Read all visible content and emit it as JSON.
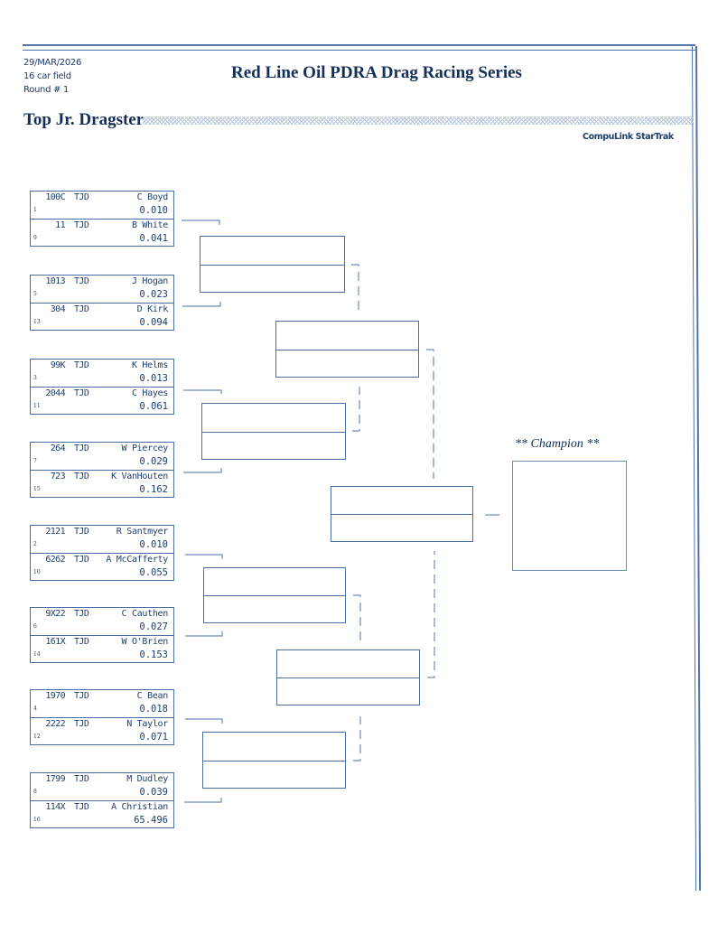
{
  "header": {
    "date": "29/MAR/2026",
    "field": "16 car field",
    "round": "Round # 1",
    "title": "Red Line Oil PDRA Drag Racing Series",
    "class_title": "Top Jr. Dragster",
    "brand": "CompuLink StarTrak"
  },
  "colors": {
    "ink": "#1f3f6e",
    "line": "#4a6fa3"
  },
  "pairs": [
    {
      "entries": [
        {
          "car": "100C",
          "class": "TJD",
          "name": "C Boyd",
          "seed": "1",
          "rt": "0.010"
        },
        {
          "car": "11",
          "class": "TJD",
          "name": "B White",
          "seed": "9",
          "rt": "0.041"
        }
      ]
    },
    {
      "entries": [
        {
          "car": "1013",
          "class": "TJD",
          "name": "J Hogan",
          "seed": "5",
          "rt": "0.023"
        },
        {
          "car": "304",
          "class": "TJD",
          "name": "D Kirk",
          "seed": "13",
          "rt": "0.094"
        }
      ]
    },
    {
      "entries": [
        {
          "car": "99K",
          "class": "TJD",
          "name": "K Helms",
          "seed": "3",
          "rt": "0.013"
        },
        {
          "car": "2044",
          "class": "TJD",
          "name": "C Hayes",
          "seed": "11",
          "rt": "0.061"
        }
      ]
    },
    {
      "entries": [
        {
          "car": "264",
          "class": "TJD",
          "name": "W Piercey",
          "seed": "7",
          "rt": "0.029"
        },
        {
          "car": "723",
          "class": "TJD",
          "name": "K VanHouten",
          "seed": "15",
          "rt": "0.162"
        }
      ]
    },
    {
      "entries": [
        {
          "car": "2121",
          "class": "TJD",
          "name": "R Santmyer",
          "seed": "2",
          "rt": "0.010"
        },
        {
          "car": "6262",
          "class": "TJD",
          "name": "A McCafferty",
          "seed": "10",
          "rt": "0.055"
        }
      ]
    },
    {
      "entries": [
        {
          "car": "9X22",
          "class": "TJD",
          "name": "C Cauthen",
          "seed": "6",
          "rt": "0.027"
        },
        {
          "car": "161X",
          "class": "TJD",
          "name": "W O'Brien",
          "seed": "14",
          "rt": "0.153"
        }
      ]
    },
    {
      "entries": [
        {
          "car": "1970",
          "class": "TJD",
          "name": "C Bean",
          "seed": "4",
          "rt": "0.018"
        },
        {
          "car": "2222",
          "class": "TJD",
          "name": "N Taylor",
          "seed": "12",
          "rt": "0.071"
        }
      ]
    },
    {
      "entries": [
        {
          "car": "1799",
          "class": "TJD",
          "name": "M Dudley",
          "seed": "8",
          "rt": "0.039"
        },
        {
          "car": "114X",
          "class": "TJD",
          "name": "A Christian",
          "seed": "16",
          "rt": "65.496"
        }
      ]
    }
  ],
  "champion": {
    "label": "** Champion **"
  }
}
